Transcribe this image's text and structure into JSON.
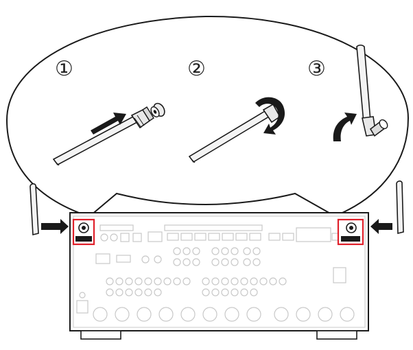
{
  "steps": [
    {
      "number": "①",
      "action": "attach-antenna"
    },
    {
      "number": "②",
      "action": "tighten-antenna"
    },
    {
      "number": "③",
      "action": "raise-antenna"
    }
  ],
  "icons": {
    "push_arrow": "arrow-right-icon",
    "rotate_arrow": "rotate-clockwise-icon",
    "raise_arrow": "curved-arrow-up-icon"
  },
  "colors": {
    "outline": "#1a1a1a",
    "panel_fill": "#ffffff",
    "panel_detail": "#c8c8c8",
    "highlight": "#e0202a",
    "antenna_body": "#f4f4f4"
  }
}
